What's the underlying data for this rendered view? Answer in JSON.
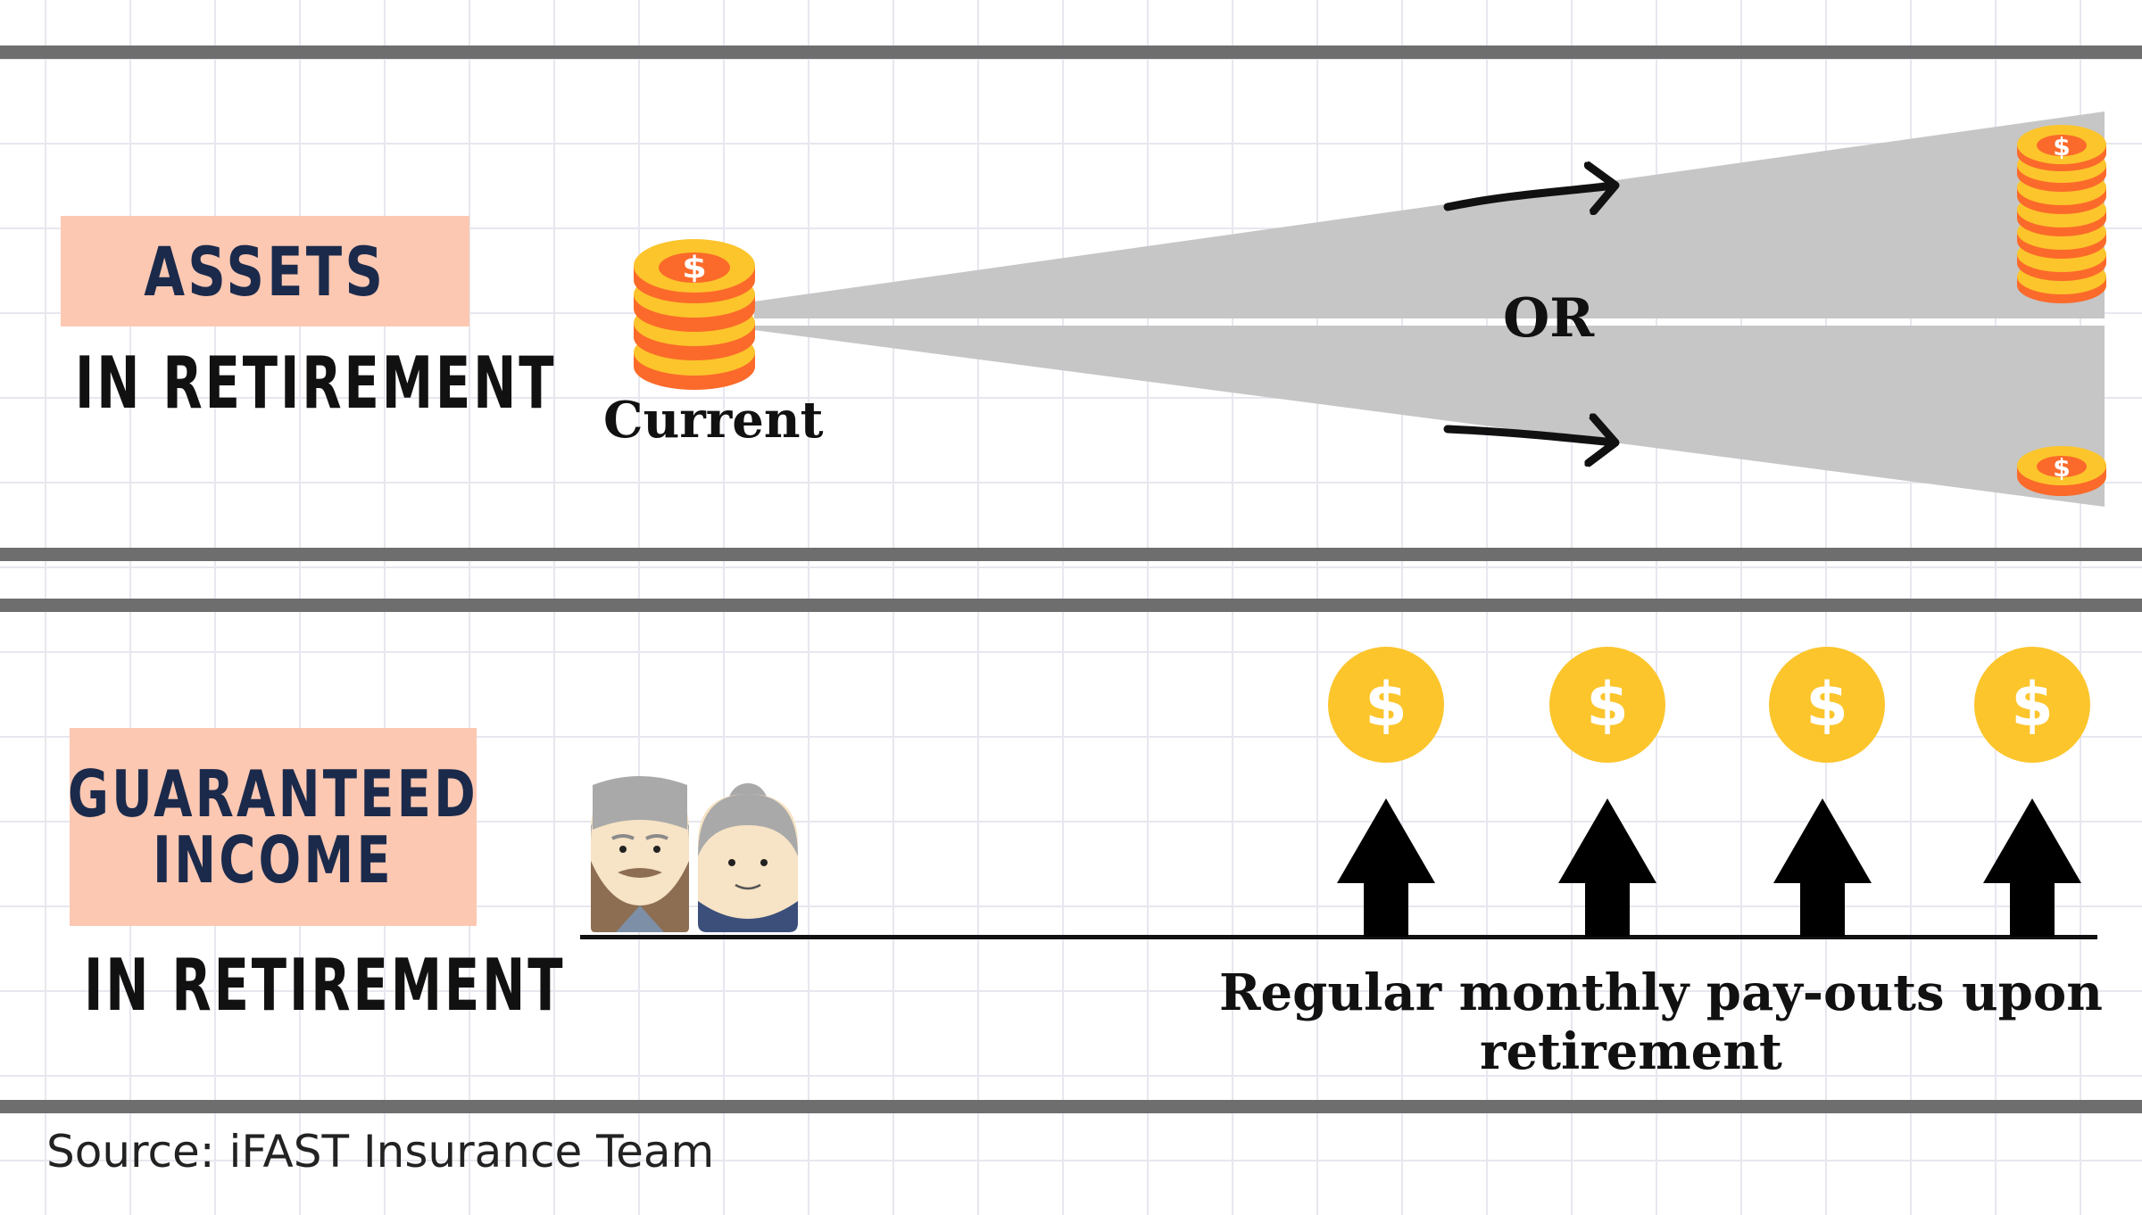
{
  "top": {
    "badge_label": "ASSETS",
    "sub_label": "IN RETIREMENT",
    "current_label": "Current",
    "or_label": "OR"
  },
  "bottom": {
    "badge_line1": "GUARANTEED",
    "badge_line2": "INCOME",
    "sub_label": "IN RETIREMENT",
    "payout_line1": "Regular monthly pay-outs upon",
    "payout_line2": "retirement",
    "coin_symbol": "$"
  },
  "source": "Source: iFAST Insurance Team",
  "colors": {
    "badge": "#fdc8b2",
    "badge_text": "#1b2a4b",
    "rule": "#6e6e6e",
    "wedge": "#c6c6c6",
    "coin_gold": "#fcc52c",
    "coin_orange": "#fb6a2a"
  },
  "icons": [
    "dollar-coin-stack-icon",
    "elderly-couple-icon",
    "dollar-coin-icon",
    "up-arrow-icon",
    "curved-arrow-icon"
  ]
}
